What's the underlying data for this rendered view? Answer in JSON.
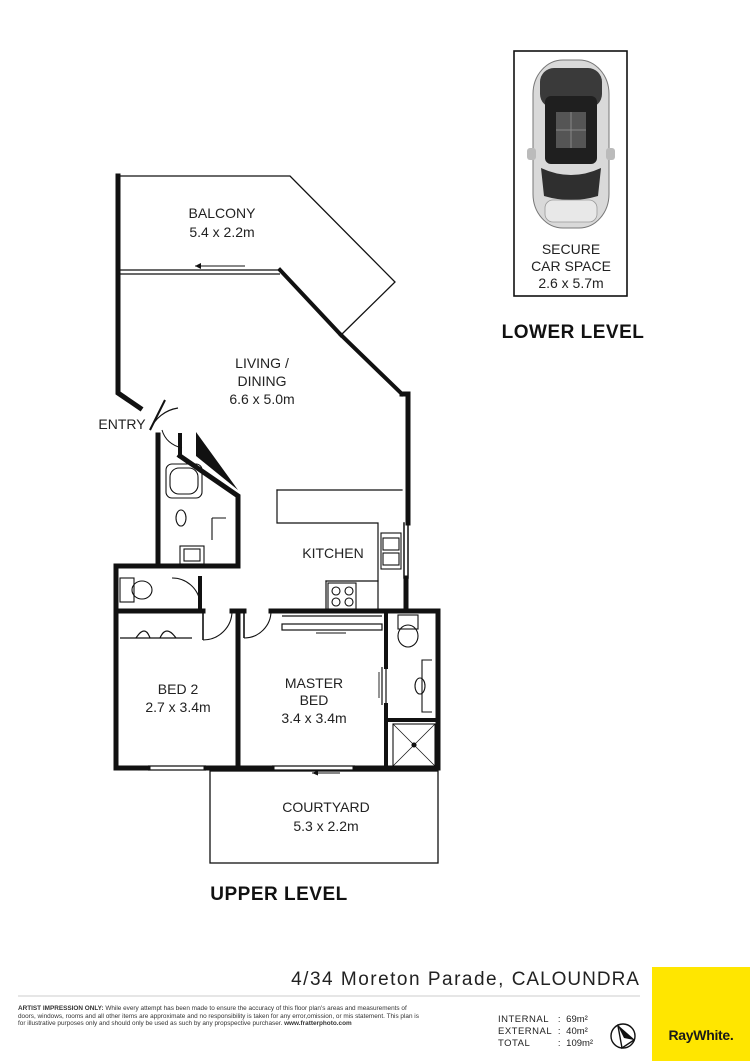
{
  "rooms": {
    "balcony": {
      "name": "BALCONY",
      "size": "5.4 x 2.2m"
    },
    "living": {
      "name_line1": "LIVING /",
      "name_line2": "DINING",
      "size": "6.6 x 5.0m"
    },
    "entry": {
      "name": "ENTRY"
    },
    "kitchen": {
      "name": "KITCHEN"
    },
    "bed2": {
      "name": "BED 2",
      "size": "2.7 x 3.4m"
    },
    "master": {
      "name_line1": "MASTER",
      "name_line2": "BED",
      "size": "3.4 x 3.4m"
    },
    "courtyard": {
      "name": "COURTYARD",
      "size": "5.3 x 2.2m"
    },
    "car": {
      "name_line1": "SECURE",
      "name_line2": "CAR SPACE",
      "size": "2.6 x 5.7m"
    }
  },
  "levels": {
    "upper": "UPPER LEVEL",
    "lower": "LOWER LEVEL"
  },
  "address": {
    "street": "4/34 Moreton Parade, ",
    "suburb": "CALOUNDRA"
  },
  "disclaimer": {
    "lead": "ARTIST IMPRESSION ONLY:",
    "text": " While every attempt has been made to ensure the accuracy of this floor plan's areas and measurements of doors, windows, rooms and all other items are approximate and no responsibility is taken for any error,omission, or mis statement. This plan is for illustrative purposes only and should only be used as such by any propspective purchaser. ",
    "site": "www.fratterphoto.com"
  },
  "areas": [
    {
      "label": "INTERNAL",
      "sep": ":",
      "value": "69m²"
    },
    {
      "label": "EXTERNAL",
      "sep": ":",
      "value": "40m²"
    },
    {
      "label": "TOTAL",
      "sep": ":",
      "value": "109m²"
    }
  ],
  "brand": {
    "name": "RayWhite.",
    "color": "#ffe600"
  },
  "icons": {
    "compass": "north-arrow-icon",
    "car": "car-icon"
  }
}
